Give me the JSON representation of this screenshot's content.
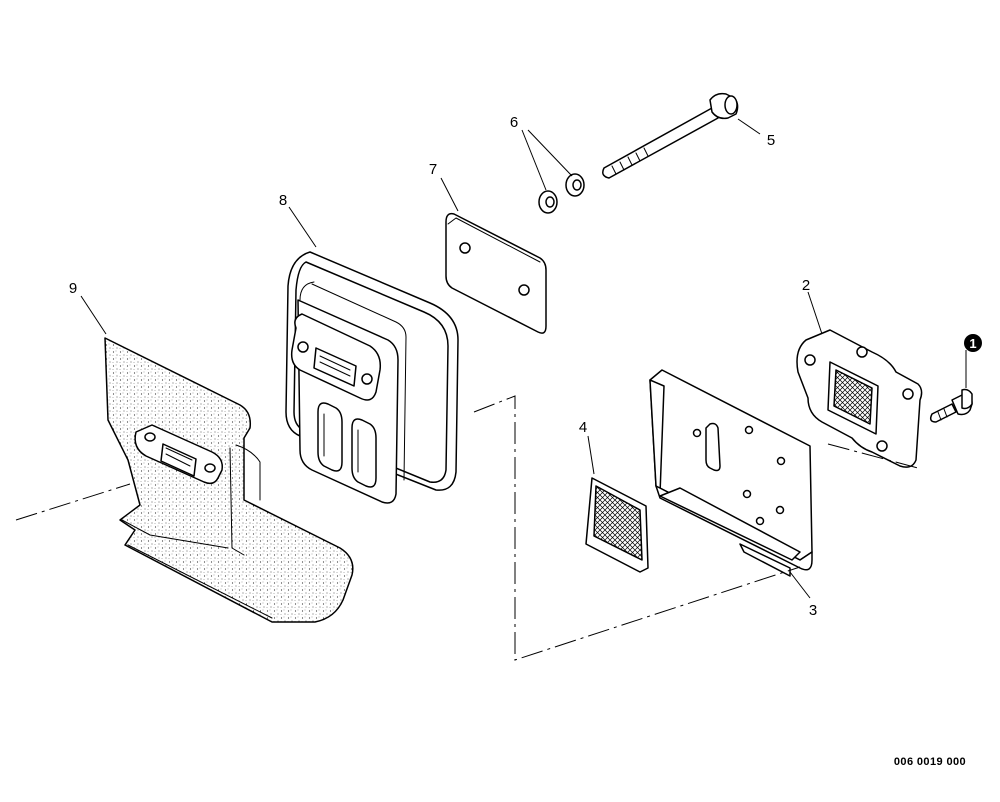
{
  "callouts": {
    "c1": "1",
    "c2": "2",
    "c3": "3",
    "c4": "4",
    "c5": "5",
    "c6": "6",
    "c7": "7",
    "c8": "8",
    "c9": "9"
  },
  "drawing_number": "006 0019 000"
}
